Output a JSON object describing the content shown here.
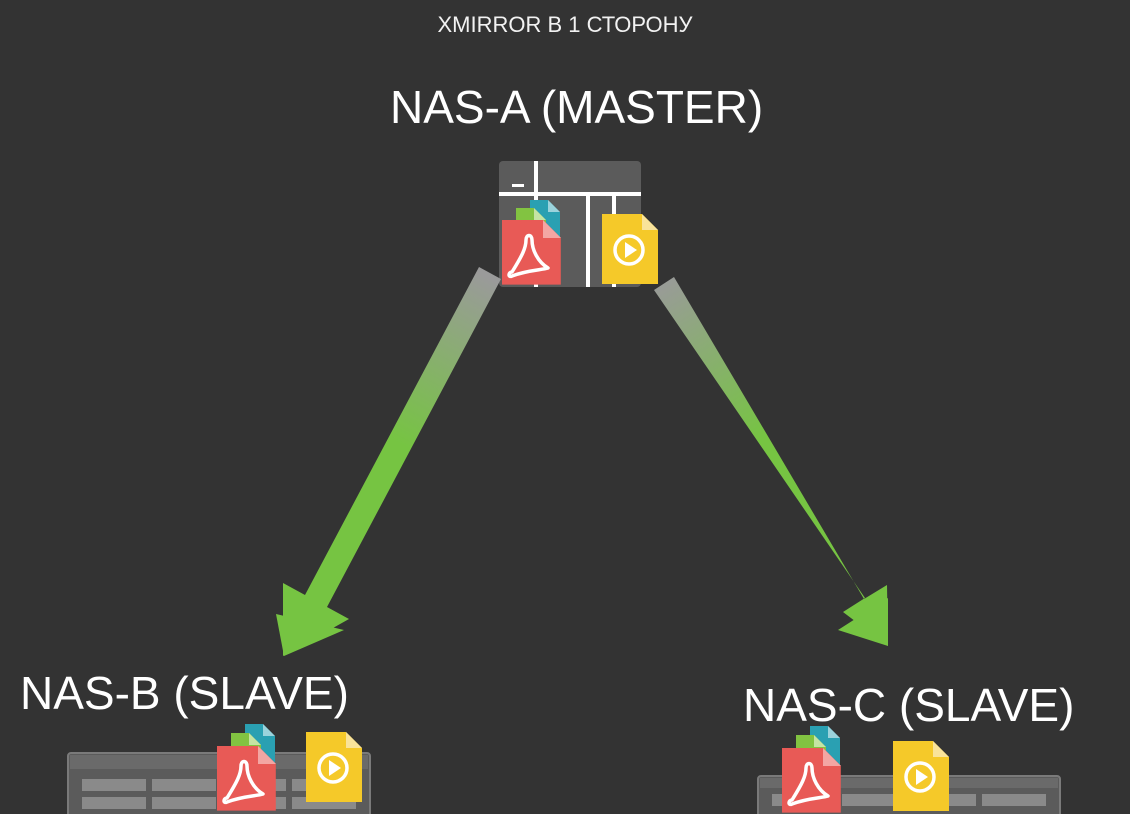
{
  "diagram": {
    "title": "XMIRROR В 1 СТОРОНУ",
    "nodes": {
      "master": {
        "label": "NAS-A (MASTER)"
      },
      "slave_b": {
        "label": "NAS-B (SLAVE)"
      },
      "slave_c": {
        "label": "NAS-C (SLAVE)"
      }
    },
    "edges": [
      {
        "from": "NAS-A (MASTER)",
        "to": "NAS-B (SLAVE)"
      },
      {
        "from": "NAS-A (MASTER)",
        "to": "NAS-C (SLAVE)"
      }
    ],
    "file_icons": [
      "pdf-file-icon",
      "spreadsheet-file-icon",
      "document-file-icon",
      "video-file-icon"
    ],
    "colors": {
      "background": "#333333",
      "arrow": "#76c442",
      "pdf": "#e85a56",
      "spreadsheet": "#82c341",
      "document": "#2aa0b2",
      "video": "#f5c929",
      "device": "#5b5b5b"
    }
  }
}
